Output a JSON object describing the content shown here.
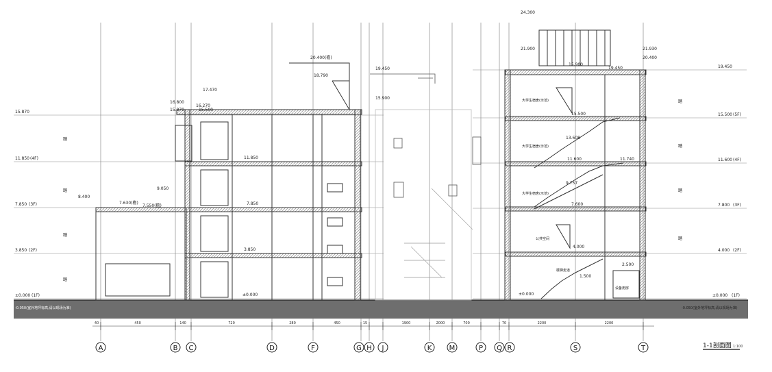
{
  "drawing": {
    "title": "1-1剖面图",
    "scale": "1:100",
    "ground_note": "-0.050(室外地坪标高,请以现场为准)"
  },
  "colors": {
    "line": "#333333",
    "grid": "#555555",
    "ground": "#6e6e6e",
    "hatch": "#9a9a9a",
    "text": "#222222"
  },
  "axes": [
    "A",
    "B",
    "C",
    "D",
    "F",
    "G",
    "H",
    "J",
    "K",
    "M",
    "P",
    "Q",
    "R",
    "S",
    "T"
  ],
  "dimensions": [
    "40",
    "450",
    "140",
    "720",
    "280",
    "450",
    "15",
    "1900",
    "2000",
    "700",
    "70",
    "2200",
    "2200"
  ],
  "left_levels": [
    {
      "value": "15.870",
      "note": ""
    },
    {
      "value": "11.850",
      "note": "(4F)"
    },
    {
      "value": "7.850",
      "note": "(3F)"
    },
    {
      "value": "3.850",
      "note": "(2F)"
    },
    {
      "value": "±0.000",
      "note": "(1F)"
    }
  ],
  "right_levels": [
    {
      "value": "19.450",
      "note": ""
    },
    {
      "value": "15.500",
      "note": "(5F)"
    },
    {
      "value": "11.600",
      "note": "(4F)"
    },
    {
      "value": "7.800",
      "note": "(3F)"
    },
    {
      "value": "4.000",
      "note": "(2F)"
    },
    {
      "value": "±0.000",
      "note": "(1F)"
    }
  ],
  "elevations": [
    "24.300",
    "21.900",
    "21.930",
    "20.400",
    "15.900",
    "19.450",
    "20.400(檐)",
    "18.790",
    "19.450",
    "15.900",
    "17.470",
    "16.800",
    "16.270",
    "15.870",
    "15.500",
    "11.850",
    "8.400",
    "9.050",
    "7.630(檐)",
    "7.550(檐)",
    "7.850",
    "3.850",
    "±0.000",
    "15.500",
    "13.608",
    "11.600",
    "11.740",
    "9.757",
    "7.600",
    "4.000",
    "2.500",
    "1.500",
    "±0.000"
  ],
  "room_labels": [
    "大学生宿舍(示范)",
    "大学生宿舍(示范)",
    "大学生宿舍(示范)",
    "公共空间",
    "楼梯走道",
    "设备用房"
  ],
  "vertical_marks": [
    "踏",
    "踏",
    "踏",
    "踏",
    "踏",
    "踏",
    "踏",
    "踏"
  ]
}
